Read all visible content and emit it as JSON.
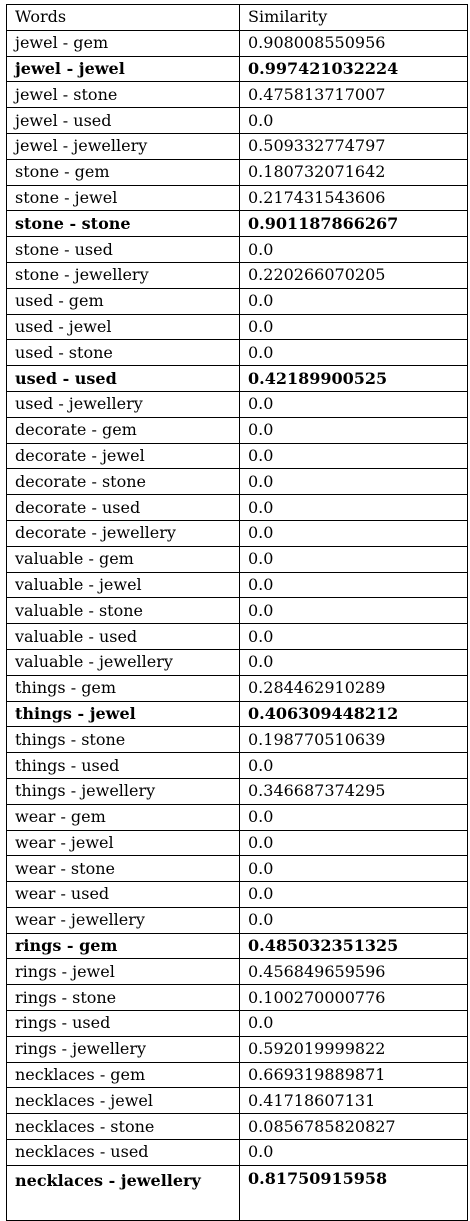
{
  "table": {
    "headers": [
      "Words",
      "Similarity"
    ],
    "rows": [
      {
        "words": "jewel - gem",
        "similarity": "0.908008550956",
        "bold": false
      },
      {
        "words": "jewel - jewel",
        "similarity": "0.997421032224",
        "bold": true
      },
      {
        "words": "jewel - stone",
        "similarity": "0.475813717007",
        "bold": false
      },
      {
        "words": "jewel - used",
        "similarity": "0.0",
        "bold": false
      },
      {
        "words": "jewel - jewellery",
        "similarity": "0.509332774797",
        "bold": false
      },
      {
        "words": "stone - gem",
        "similarity": "0.180732071642",
        "bold": false
      },
      {
        "words": "stone - jewel",
        "similarity": "0.217431543606",
        "bold": false
      },
      {
        "words": "stone - stone",
        "similarity": "0.901187866267",
        "bold": true
      },
      {
        "words": "stone - used",
        "similarity": "0.0",
        "bold": false
      },
      {
        "words": "stone - jewellery",
        "similarity": "0.220266070205",
        "bold": false
      },
      {
        "words": "used - gem",
        "similarity": "0.0",
        "bold": false
      },
      {
        "words": "used - jewel",
        "similarity": "0.0",
        "bold": false
      },
      {
        "words": "used - stone",
        "similarity": "0.0",
        "bold": false
      },
      {
        "words": "used - used",
        "similarity": "0.42189900525",
        "bold": true
      },
      {
        "words": "used - jewellery",
        "similarity": "0.0",
        "bold": false
      },
      {
        "words": "decorate - gem",
        "similarity": "0.0",
        "bold": false
      },
      {
        "words": "decorate - jewel",
        "similarity": "0.0",
        "bold": false
      },
      {
        "words": "decorate - stone",
        "similarity": "0.0",
        "bold": false
      },
      {
        "words": "decorate - used",
        "similarity": "0.0",
        "bold": false
      },
      {
        "words": "decorate - jewellery",
        "similarity": "0.0",
        "bold": false
      },
      {
        "words": "valuable - gem",
        "similarity": "0.0",
        "bold": false
      },
      {
        "words": "valuable - jewel",
        "similarity": "0.0",
        "bold": false
      },
      {
        "words": "valuable - stone",
        "similarity": "0.0",
        "bold": false
      },
      {
        "words": "valuable - used",
        "similarity": "0.0",
        "bold": false
      },
      {
        "words": "valuable - jewellery",
        "similarity": "0.0",
        "bold": false
      },
      {
        "words": "things - gem",
        "similarity": "0.284462910289",
        "bold": false
      },
      {
        "words": "things - jewel",
        "similarity": "0.406309448212",
        "bold": true
      },
      {
        "words": "things - stone",
        "similarity": "0.198770510639",
        "bold": false
      },
      {
        "words": "things - used",
        "similarity": "0.0",
        "bold": false
      },
      {
        "words": "things - jewellery",
        "similarity": "0.346687374295",
        "bold": false
      },
      {
        "words": "wear - gem",
        "similarity": "0.0",
        "bold": false
      },
      {
        "words": "wear - jewel",
        "similarity": "0.0",
        "bold": false
      },
      {
        "words": "wear - stone",
        "similarity": "0.0",
        "bold": false
      },
      {
        "words": "wear - used",
        "similarity": "0.0",
        "bold": false
      },
      {
        "words": "wear - jewellery",
        "similarity": "0.0",
        "bold": false
      },
      {
        "words": "rings - gem",
        "similarity": "0.485032351325",
        "bold": true
      },
      {
        "words": "rings - jewel",
        "similarity": "0.456849659596",
        "bold": false
      },
      {
        "words": "rings - stone",
        "similarity": "0.100270000776",
        "bold": false
      },
      {
        "words": "rings - used",
        "similarity": "0.0",
        "bold": false
      },
      {
        "words": "rings - jewellery",
        "similarity": "0.592019999822",
        "bold": false
      },
      {
        "words": "necklaces - gem",
        "similarity": "0.669319889871",
        "bold": false
      },
      {
        "words": "necklaces - jewel",
        "similarity": "0.41718607131",
        "bold": false
      },
      {
        "words": "necklaces - stone",
        "similarity": "0.0856785820827",
        "bold": false
      },
      {
        "words": "necklaces - used",
        "similarity": "0.0",
        "bold": false
      },
      {
        "words": "necklaces - jewellery",
        "similarity": "0.81750915958",
        "bold": true
      }
    ]
  }
}
